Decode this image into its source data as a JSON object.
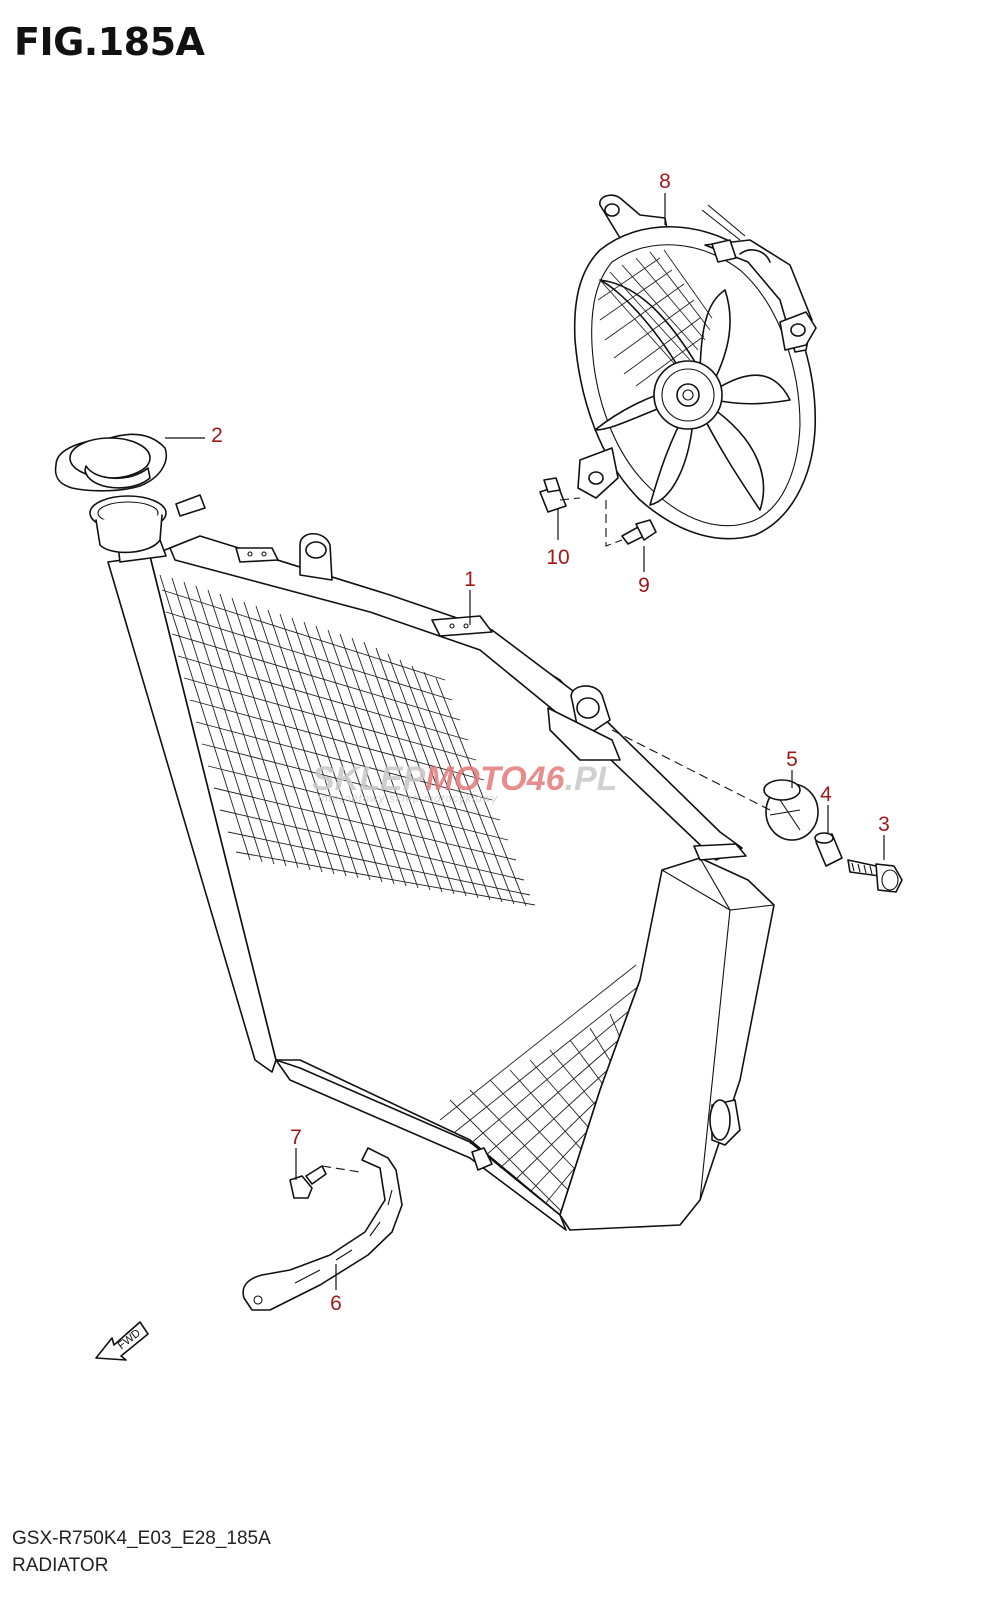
{
  "figure": {
    "title": "FIG.185A"
  },
  "callouts": [
    "1",
    "2",
    "3",
    "4",
    "5",
    "6",
    "7",
    "8",
    "9",
    "10"
  ],
  "watermark": {
    "part1": "SKLEP",
    "part2": "MOTO",
    "part3": "46",
    "part4": ".PL",
    "tagline": "internetowy sklep motocyklowy",
    "colors": {
      "gray": "#c8c8c8",
      "red": "#e57a7a"
    }
  },
  "orientation": {
    "arrow_label": "FWD",
    "icon": "fwd-arrow-icon"
  },
  "footer": {
    "model_code": "GSX-R750K4_E03_E28_185A",
    "group_name": "RADIATOR"
  }
}
